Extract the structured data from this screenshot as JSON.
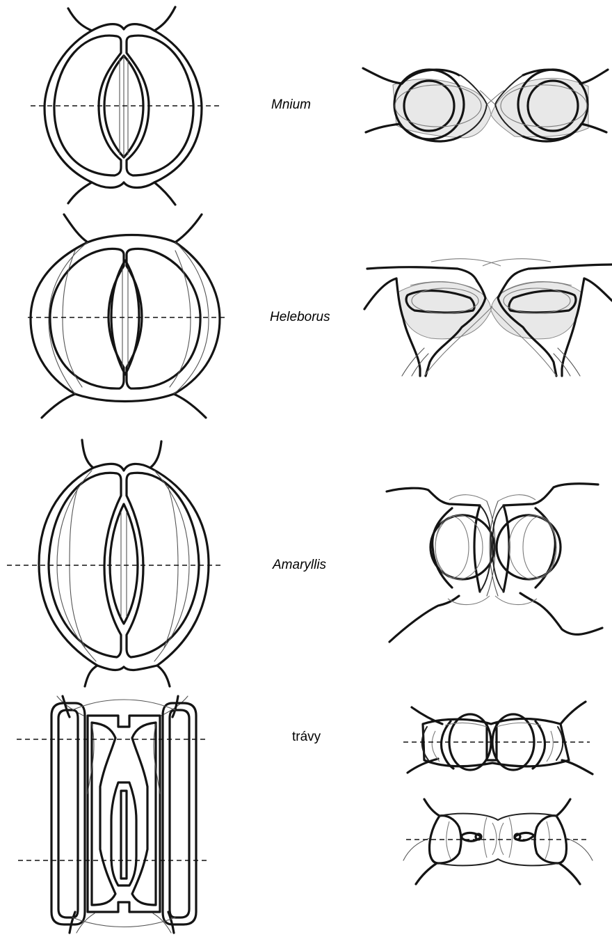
{
  "labels": {
    "mnium": "Mnium",
    "heleborus": "Heleborus",
    "amaryllis": "Amaryllis",
    "travy": "trávy"
  },
  "colors": {
    "ink": "#141414",
    "background": "#ffffff",
    "shade": "#d9d9d9"
  }
}
